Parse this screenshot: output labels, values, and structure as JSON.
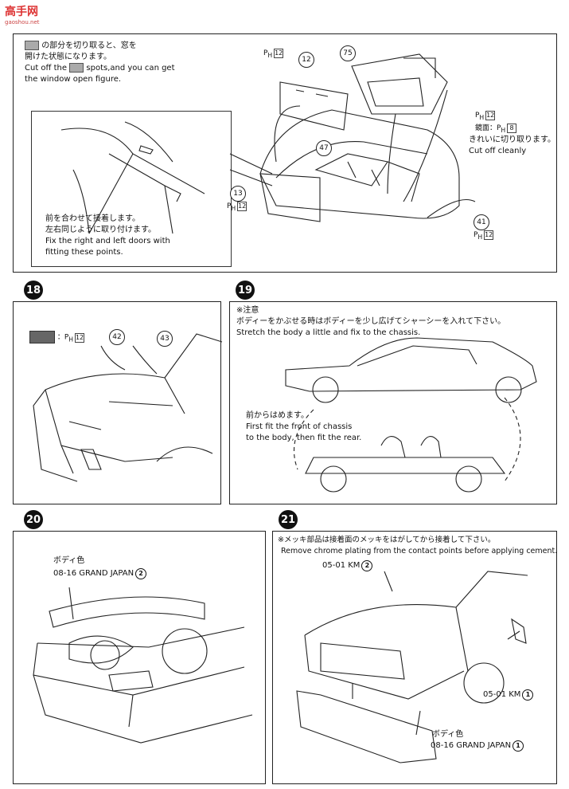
{
  "watermark": {
    "site": "高手网",
    "url": "gaoshou.net"
  },
  "step17": {
    "cut_jp_1": "の部分を切り取ると、窓を",
    "cut_jp_2": "開けた状態になります。",
    "cut_en_1a": "Cut off the",
    "cut_en_1b": "spots,and you can get",
    "cut_en_2": "the window open figure.",
    "fix_jp_1": "前を合わせて接着します。",
    "fix_jp_2": "左右同じように取り付けます。",
    "fix_en_1": "Fix the right and left doors with",
    "fix_en_2": "fitting these points.",
    "clean_jp": "きれいに切り取ります。",
    "clean_en": "Cut off cleanly",
    "mirror_jp": "鏡面：",
    "parts": {
      "p12": "12",
      "p75": "75",
      "p47": "47",
      "p13": "13",
      "p41": "41"
    },
    "refs": {
      "ph": "P",
      "ph_sub": "H",
      "ref12": "12",
      "ref8": "8"
    }
  },
  "step18": {
    "number": "18",
    "color_ref_sep": "：",
    "ph": "P",
    "ph_sub": "H",
    "ref12": "12",
    "parts": {
      "p42": "42",
      "p43": "43"
    }
  },
  "step19": {
    "number": "19",
    "note_mark": "※注意",
    "note_jp": "ボディーをかぶせる時はボディーを少し広げてシャーシーを入れて下さい。",
    "note_en": "Stretch the body a little and fix to the chassis.",
    "front_jp": "前からはめます。",
    "front_en_1": "First fit the front of chassis",
    "front_en_2": "to the body, then fit the rear."
  },
  "step20": {
    "number": "20",
    "color_jp": "ボディ色",
    "color_code": "08-16 GRAND JAPAN",
    "circ": "2"
  },
  "step21": {
    "number": "21",
    "note_jp": "※メッキ部品は接着面のメッキをはがしてから接着して下さい。",
    "note_en": "Remove chrome plating from the contact points before applying cement.",
    "km_top": "05-01 KM",
    "km_top_circ": "2",
    "km_right": "05-01 KM",
    "km_right_circ": "1",
    "color_jp": "ボディ色",
    "color_code": "08-16 GRAND JAPAN",
    "color_circ": "1"
  }
}
